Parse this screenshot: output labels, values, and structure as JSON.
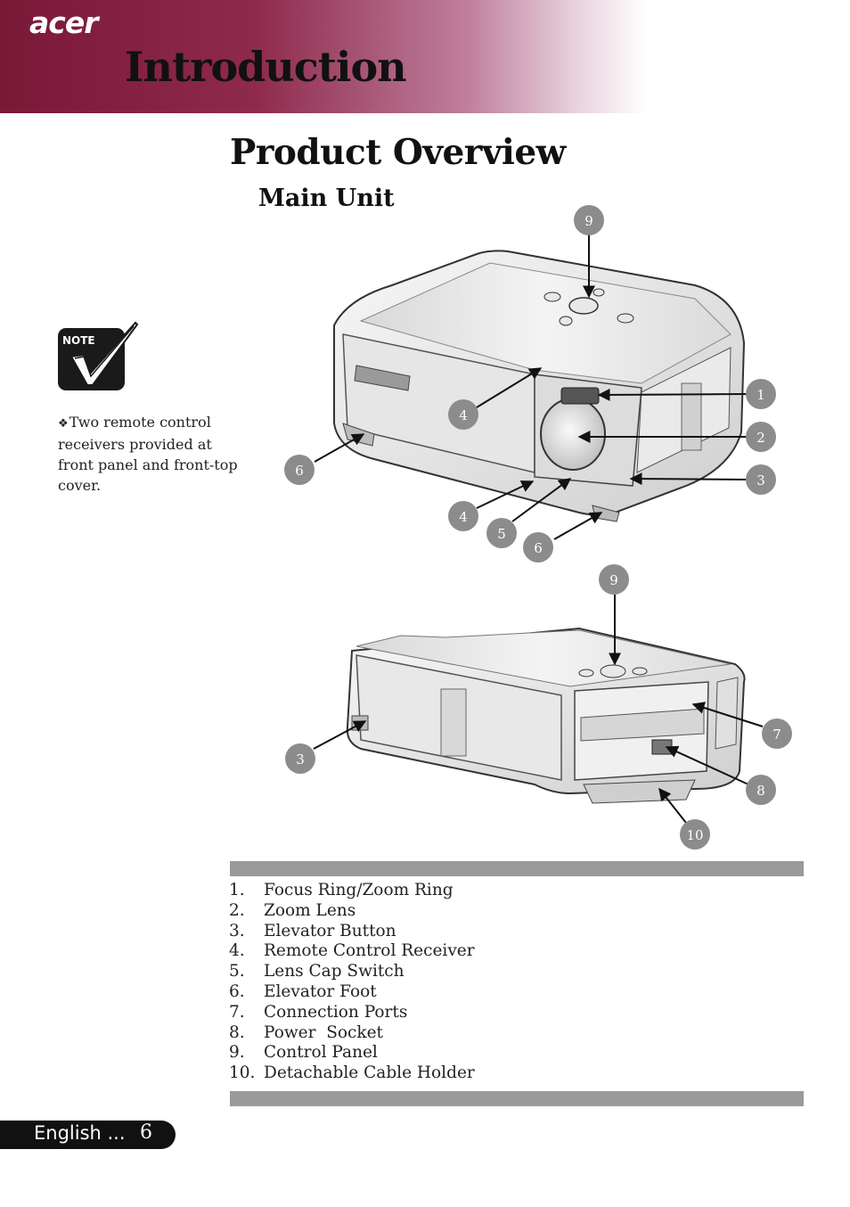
{
  "header": {
    "brand": "acer",
    "chapter_title": "Introduction"
  },
  "section": {
    "title": "Product Overview",
    "subtitle": "Main Unit"
  },
  "note": {
    "icon_label": "NOTE",
    "bullet": "❖",
    "text": "Two remote control receivers provided at front panel and front-top cover."
  },
  "figure": {
    "callouts_front": [
      "9",
      "1",
      "2",
      "3",
      "4",
      "4",
      "5",
      "6",
      "6"
    ],
    "callouts_rear": [
      "9",
      "7",
      "8",
      "10",
      "3"
    ]
  },
  "parts": [
    {
      "num": "1.",
      "label": "Focus Ring/Zoom Ring"
    },
    {
      "num": "2.",
      "label": "Zoom Lens"
    },
    {
      "num": "3.",
      "label": "Elevator Button"
    },
    {
      "num": "4.",
      "label": "Remote Control Receiver"
    },
    {
      "num": "5.",
      "label": "Lens Cap Switch"
    },
    {
      "num": "6.",
      "label": "Elevator Foot"
    },
    {
      "num": "7.",
      "label": "Connection Ports"
    },
    {
      "num": "8.",
      "label": "Power  Socket"
    },
    {
      "num": "9.",
      "label": "Control Panel"
    },
    {
      "num": "10.",
      "label": "Detachable Cable Holder"
    }
  ],
  "footer": {
    "language": "English ...",
    "page_number": "6"
  },
  "colors": {
    "header_dark": "#7a1838",
    "callout_fill": "#8c8c8c",
    "bar_gray": "#9a9a9a"
  }
}
